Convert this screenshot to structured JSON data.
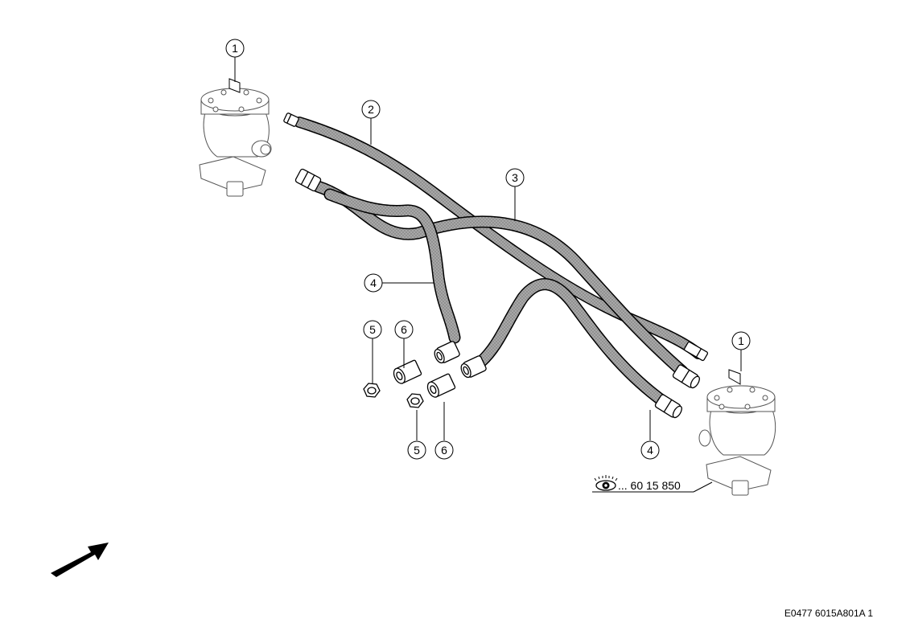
{
  "callouts": {
    "c1a": "1",
    "c1b": "1",
    "c2": "2",
    "c3": "3",
    "c4a": "4",
    "c4b": "4",
    "c5a": "5",
    "c5b": "5",
    "c6a": "6",
    "c6b": "6"
  },
  "reference": {
    "icon": "eye-icon",
    "text": "... 60 15 850"
  },
  "image_code": "E0477 6015A801A 1",
  "colors": {
    "hose_fill": "#9c9c9c",
    "outline": "#000000",
    "part_fill": "#ffffff",
    "arrow": "#000000"
  }
}
